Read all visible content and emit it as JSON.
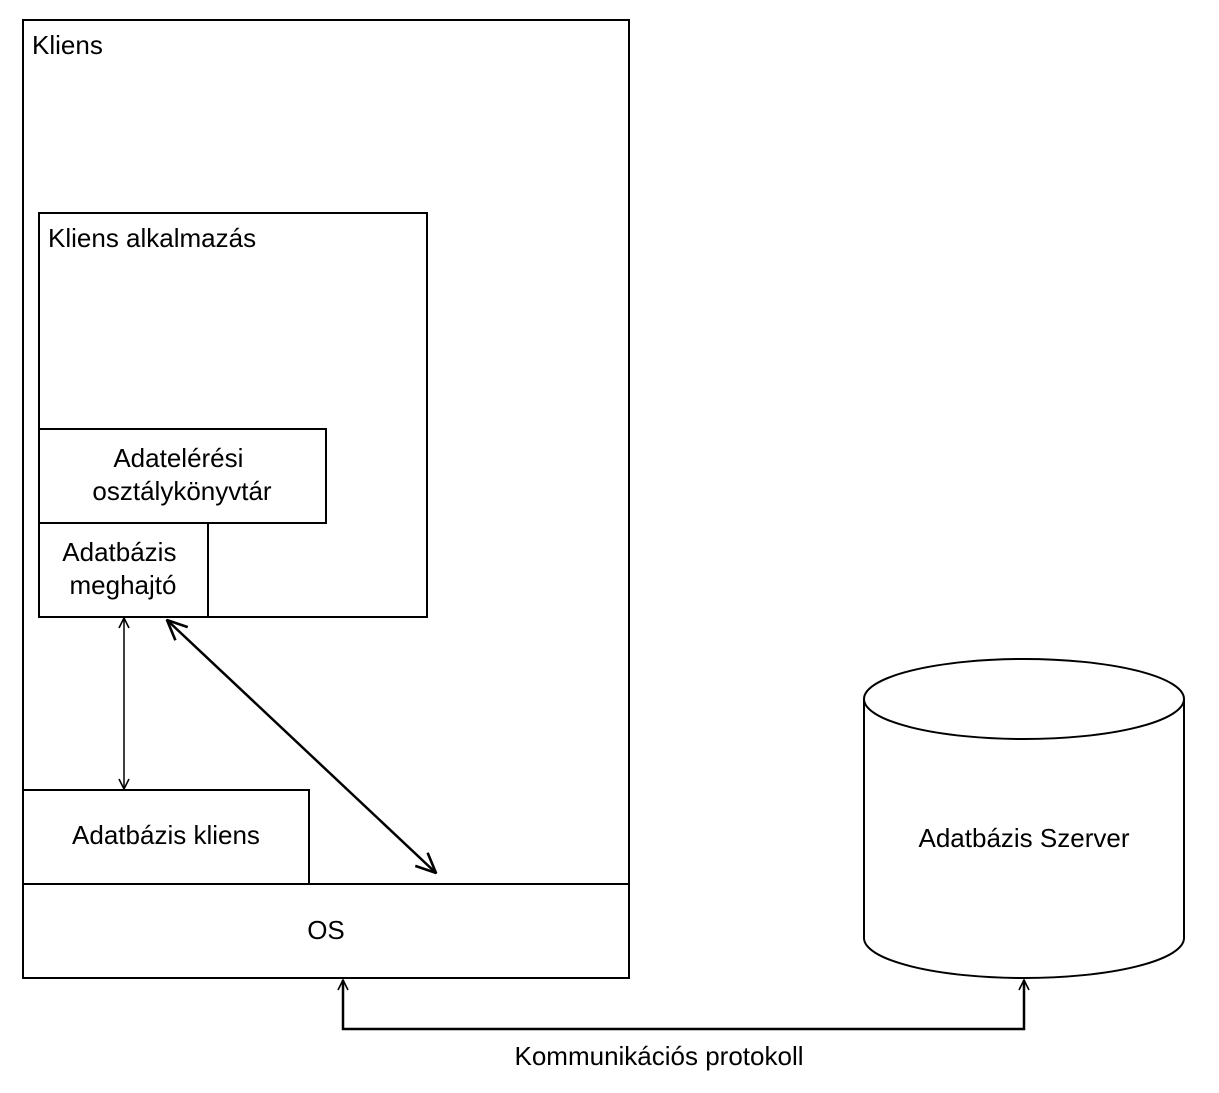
{
  "client": {
    "title": "Kliens",
    "app_title": "Kliens alkalmazás",
    "data_access_library": [
      "Adatelérési",
      "osztálykönyvtár"
    ],
    "db_driver": [
      "Adatbázis",
      "meghajtó"
    ],
    "db_client": "Adatbázis kliens",
    "os": "OS"
  },
  "server": {
    "label": "Adatbázis Szerver"
  },
  "connection": {
    "label": "Kommunikációs protokoll"
  }
}
